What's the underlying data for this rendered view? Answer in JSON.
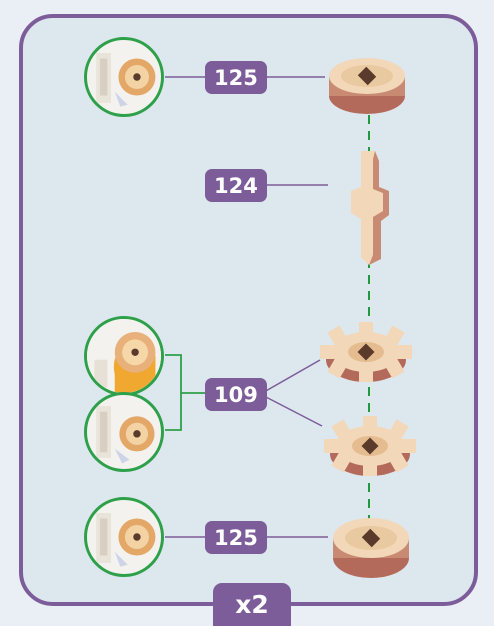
{
  "diagram": {
    "multiplier_label": "x2",
    "parts": [
      {
        "number": "125",
        "icon": "round-hub-icon"
      },
      {
        "number": "124",
        "icon": "shaft-icon"
      },
      {
        "number": "109",
        "icon": "gear-icon"
      },
      {
        "number": "125",
        "icon": "round-hub-icon"
      }
    ],
    "colors": {
      "frame": "#7c5d9a",
      "panel": "#dde7ee",
      "thumbnail_ring": "#2ea04a",
      "assembly_axis": "#1f9a3c",
      "wood_light": "#f2d8b8",
      "wood_dark": "#b46a5a"
    }
  }
}
